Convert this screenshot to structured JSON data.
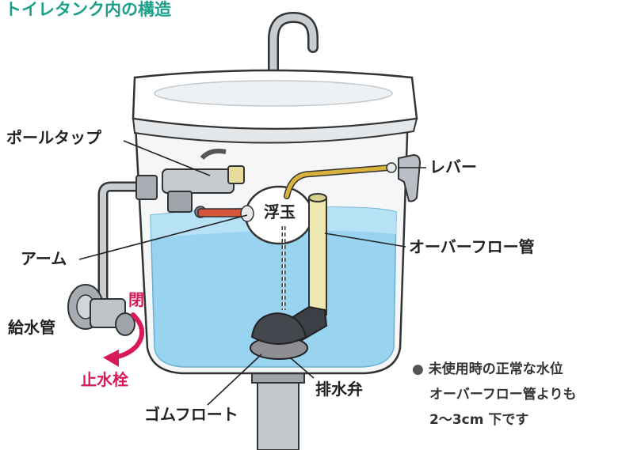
{
  "title": "トイレタンク内の構造",
  "labels": {
    "ball_tap": "ポールタップ",
    "lever": "レバー",
    "float": "浮玉",
    "overflow_pipe": "オーバーフロー管",
    "arm": "アーム",
    "supply_pipe": "給水管",
    "close": "閉",
    "stop_valve": "止水栓",
    "drain_valve": "排水弁",
    "rubber_float": "ゴムフロート"
  },
  "note": {
    "bullet": "●",
    "lines": [
      "未使用時の正常な水位",
      "オーバーフロー管よりも",
      "2〜3cm 下です"
    ]
  },
  "colors": {
    "title": "#1aa08a",
    "water": "#8fd0ef",
    "arrow": "#d8195a",
    "tank_outline": "#333333"
  }
}
